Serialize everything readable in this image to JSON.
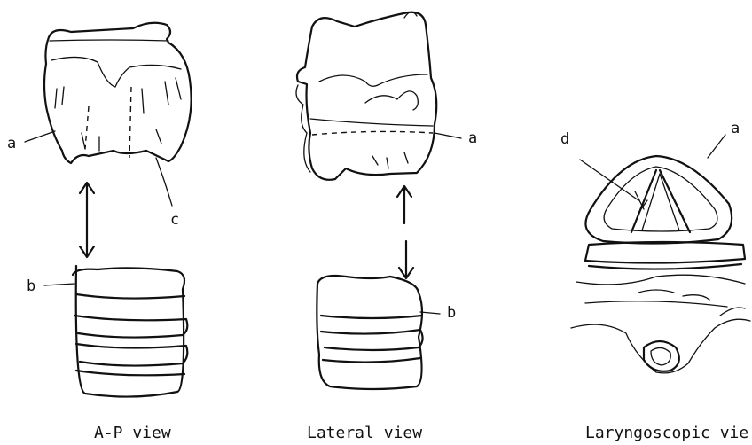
{
  "panels": {
    "ap": {
      "caption": "A-P view",
      "labels": {
        "a": "a",
        "b": "b",
        "c": "c"
      }
    },
    "lateral": {
      "caption": "Lateral view",
      "labels": {
        "a": "a",
        "b": "b"
      }
    },
    "laryngoscopic": {
      "caption": "Laryngoscopic vie",
      "labels": {
        "a": "a",
        "d": "d"
      }
    }
  }
}
